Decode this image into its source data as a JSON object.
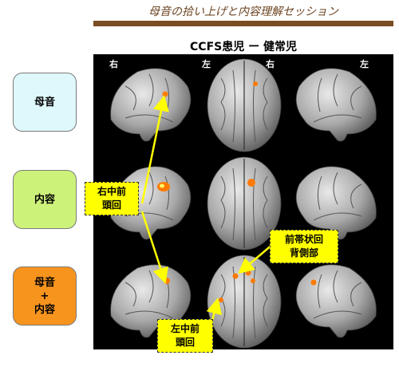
{
  "header": {
    "title": "母音の拾い上げと内容理解セッション",
    "subtitle": "CCFS患児 ー 健常児"
  },
  "side_labels": {
    "right": "右",
    "left": "左"
  },
  "conditions": [
    {
      "label": "母音",
      "color": "#dff8fb"
    },
    {
      "label": "内容",
      "color": "#cdf27a"
    },
    {
      "label": "母音\n+\n内容",
      "color": "#f7941d"
    }
  ],
  "callouts": {
    "right_mfg": "右中前\n頭回",
    "acc": "前帯状回\n背側部",
    "left_mfg": "左中前\n頭回"
  },
  "colors": {
    "title": "#6b4420",
    "callout_bg": "#ffff00",
    "arrow": "#ffff00",
    "activation": "#ff7a00"
  }
}
